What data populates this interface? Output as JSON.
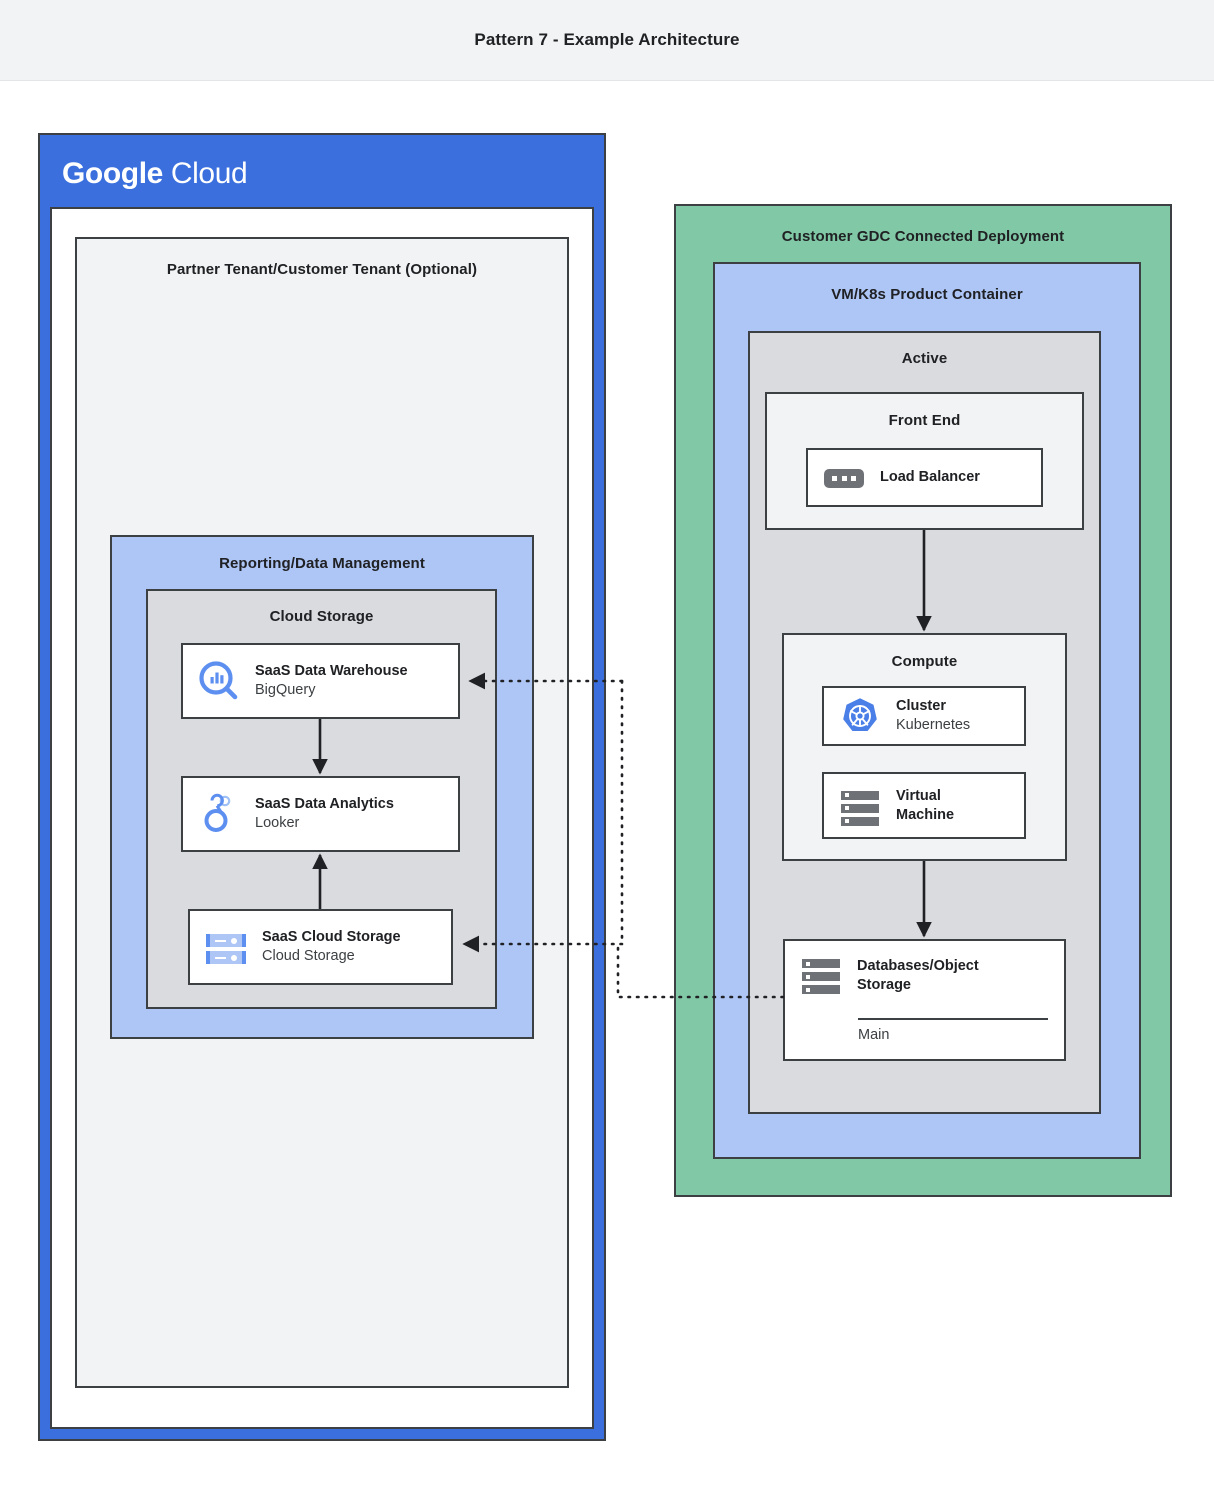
{
  "header": {
    "title": "Pattern 7 - Example Architecture"
  },
  "colors": {
    "google_blue": "#3a6fdd",
    "light_blue": "#aec6f6",
    "green": "#81c9a6",
    "gray": "#d9dbde",
    "light_gray": "#f1f3f4",
    "outline": "#3c4043"
  },
  "google_cloud": {
    "logo_bold": "Google",
    "logo_light": "Cloud",
    "tenant_title": "Partner Tenant/Customer Tenant (Optional)",
    "reporting_title": "Reporting/Data Management",
    "cloud_storage_title": "Cloud Storage",
    "cards": [
      {
        "title": "SaaS Data Warehouse",
        "subtitle": "BigQuery",
        "icon": "bigquery-icon"
      },
      {
        "title": "SaaS Data Analytics",
        "subtitle": "Looker",
        "icon": "looker-icon"
      },
      {
        "title": "SaaS Cloud Storage",
        "subtitle": "Cloud Storage",
        "icon": "cloud-storage-icon"
      }
    ]
  },
  "gdc": {
    "title": "Customer GDC Connected Deployment",
    "product_container_title": "VM/K8s Product Container",
    "active_title": "Active",
    "frontend_title": "Front End",
    "compute_title": "Compute",
    "load_balancer": {
      "title": "Load Balancer",
      "icon": "load-balancer-icon"
    },
    "cluster": {
      "title": "Cluster",
      "subtitle": "Kubernetes",
      "icon": "kubernetes-icon"
    },
    "virtual_machine": {
      "title": "Virtual\nMachine",
      "title_line1": "Virtual",
      "title_line2": "Machine",
      "icon": "virtual-machine-icon"
    },
    "databases": {
      "title_line1": "Databases/Object",
      "title_line2": "Storage",
      "subtitle": "Main",
      "icon": "database-storage-icon"
    }
  }
}
